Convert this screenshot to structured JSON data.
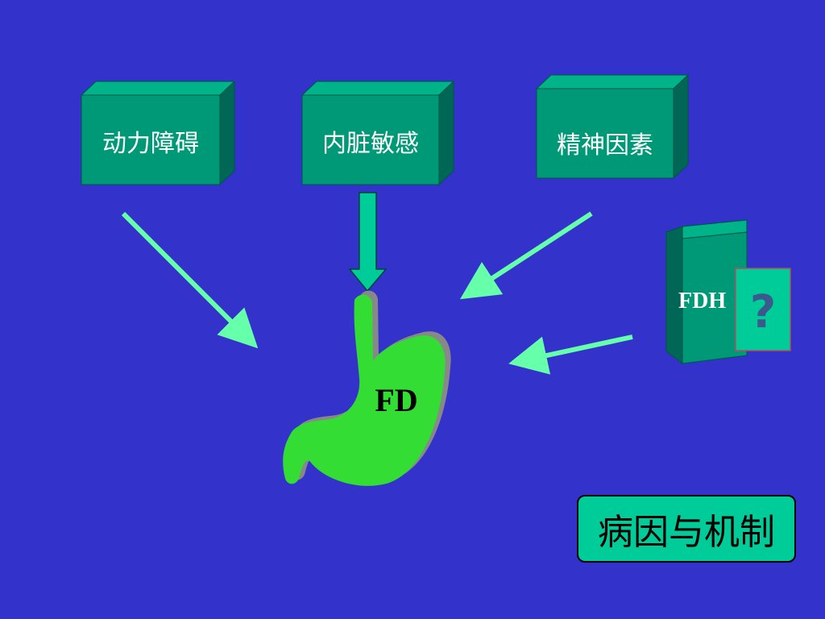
{
  "factors": [
    {
      "label": "动力障碍"
    },
    {
      "label": "内脏敏感"
    },
    {
      "label": "精神因素"
    }
  ],
  "center": {
    "label": "FD"
  },
  "side_box": {
    "label": "FDH",
    "mark": "?"
  },
  "title": "病因与机制",
  "colors": {
    "background": "#3333cc",
    "box_front": "#009977",
    "box_top": "#00b388",
    "box_side": "#006655",
    "arrow": "#66ffaa",
    "stomach": "#33dd33",
    "badge": "#00cc99"
  }
}
